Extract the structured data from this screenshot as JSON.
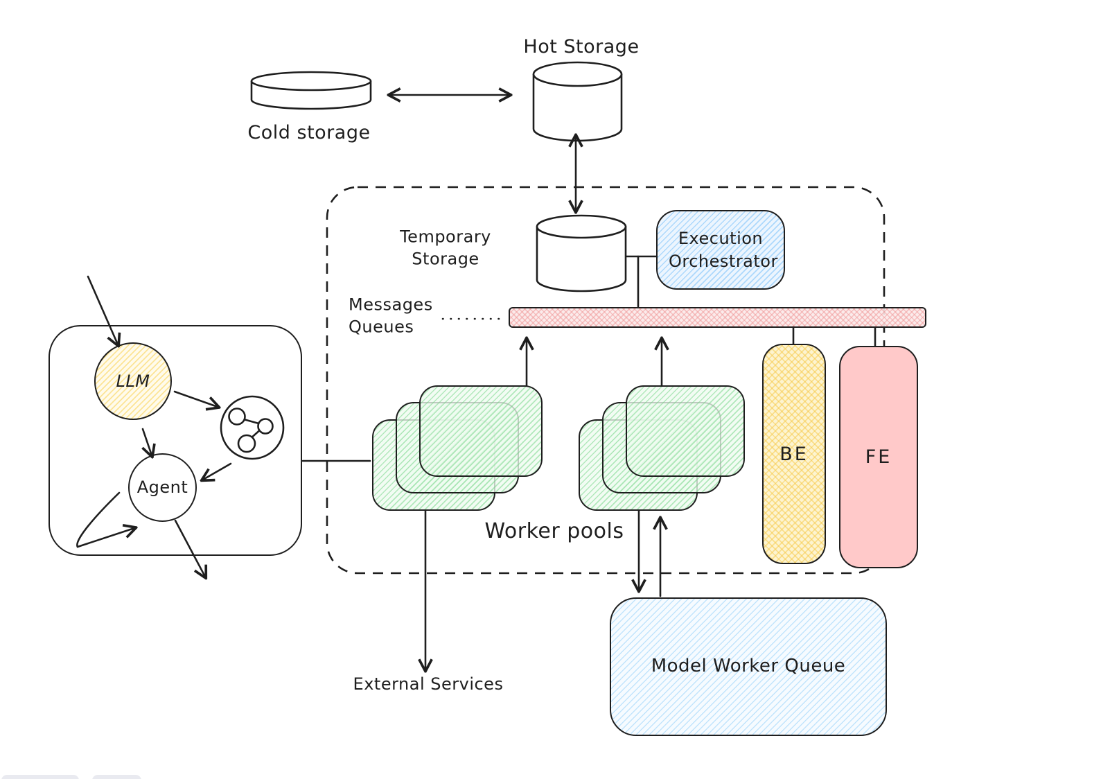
{
  "diagram": {
    "labels": {
      "hot_storage": "Hot Storage",
      "cold_storage": "Cold storage",
      "temporary_storage": "Temporary Storage",
      "execution_orchestrator": "Execution Orchestrator",
      "messages_queues": "Messages Queues",
      "worker_pools": "Worker pools",
      "backend": "BE",
      "frontend": "FE",
      "model_worker_queue": "Model Worker Queue",
      "external_services": "External Services",
      "llm": "LLM",
      "agent": "Agent"
    },
    "icons": {
      "share_network": "share-network-icon"
    },
    "colors": {
      "stroke": "#1e1e1e",
      "canvas_bg": "#ffffff",
      "yellow_hachure": "#ffd43b",
      "green_hachure": "#69db7c",
      "blue_hachure": "#74c0fc",
      "pink_fill": "#ffc9c9",
      "toolbar_stub_gray": "#e9eaf0"
    }
  }
}
